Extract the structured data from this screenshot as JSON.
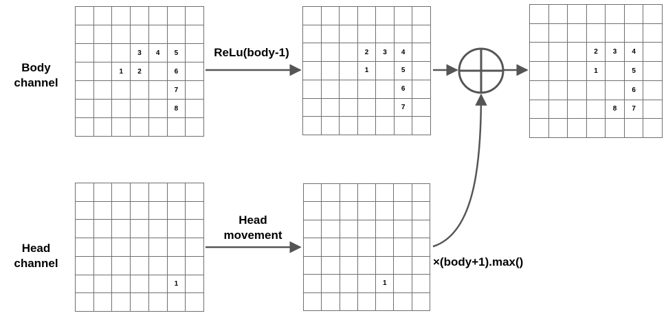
{
  "labels": {
    "body_channel": [
      "Body",
      "channel"
    ],
    "head_channel": [
      "Head",
      "channel"
    ],
    "relu": "ReLu(body-1)",
    "head_movement": [
      "Head",
      "movement"
    ],
    "scale": "×(body+1).max()"
  },
  "grids": {
    "body_input": [
      [
        "",
        "",
        "",
        "",
        "",
        "",
        ""
      ],
      [
        "",
        "",
        "",
        "",
        "",
        "",
        ""
      ],
      [
        "",
        "",
        "",
        "3",
        "4",
        "5",
        ""
      ],
      [
        "",
        "",
        "1",
        "2",
        "",
        "6",
        ""
      ],
      [
        "",
        "",
        "",
        "",
        "",
        "7",
        ""
      ],
      [
        "",
        "",
        "",
        "",
        "",
        "8",
        ""
      ],
      [
        "",
        "",
        "",
        "",
        "",
        "",
        ""
      ]
    ],
    "body_relu": [
      [
        "",
        "",
        "",
        "",
        "",
        "",
        ""
      ],
      [
        "",
        "",
        "",
        "",
        "",
        "",
        ""
      ],
      [
        "",
        "",
        "",
        "2",
        "3",
        "4",
        ""
      ],
      [
        "",
        "",
        "",
        "1",
        "",
        "5",
        ""
      ],
      [
        "",
        "",
        "",
        "",
        "",
        "6",
        ""
      ],
      [
        "",
        "",
        "",
        "",
        "",
        "7",
        ""
      ],
      [
        "",
        "",
        "",
        "",
        "",
        "",
        ""
      ]
    ],
    "head_input": [
      [
        "",
        "",
        "",
        "",
        "",
        "",
        ""
      ],
      [
        "",
        "",
        "",
        "",
        "",
        "",
        ""
      ],
      [
        "",
        "",
        "",
        "",
        "",
        "",
        ""
      ],
      [
        "",
        "",
        "",
        "",
        "",
        "",
        ""
      ],
      [
        "",
        "",
        "",
        "",
        "",
        "",
        ""
      ],
      [
        "",
        "",
        "",
        "",
        "",
        "1",
        ""
      ],
      [
        "",
        "",
        "",
        "",
        "",
        "",
        ""
      ]
    ],
    "head_moved": [
      [
        "",
        "",
        "",
        "",
        "",
        "",
        ""
      ],
      [
        "",
        "",
        "",
        "",
        "",
        "",
        ""
      ],
      [
        "",
        "",
        "",
        "",
        "",
        "",
        ""
      ],
      [
        "",
        "",
        "",
        "",
        "",
        "",
        ""
      ],
      [
        "",
        "",
        "",
        "",
        "",
        "",
        ""
      ],
      [
        "",
        "",
        "",
        "",
        "1",
        "",
        ""
      ],
      [
        "",
        "",
        "",
        "",
        "",
        "",
        ""
      ]
    ],
    "output": [
      [
        "",
        "",
        "",
        "",
        "",
        "",
        ""
      ],
      [
        "",
        "",
        "",
        "",
        "",
        "",
        ""
      ],
      [
        "",
        "",
        "",
        "2",
        "3",
        "4",
        ""
      ],
      [
        "",
        "",
        "",
        "1",
        "",
        "5",
        ""
      ],
      [
        "",
        "",
        "",
        "",
        "",
        "6",
        ""
      ],
      [
        "",
        "",
        "",
        "",
        "8",
        "7",
        ""
      ],
      [
        "",
        "",
        "",
        "",
        "",
        "",
        ""
      ]
    ]
  },
  "colors": {
    "stroke": "#555555",
    "grid_line": "#6e6e6e"
  },
  "icons": {
    "sum": "circle-plus-icon"
  }
}
